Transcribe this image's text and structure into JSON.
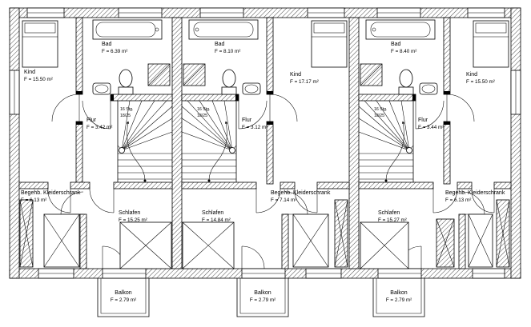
{
  "plan": {
    "drawing_type": "floor-plan",
    "colors": {
      "ink": "#000000",
      "paper": "#ffffff"
    },
    "units": [
      {
        "name": "unit-1",
        "rooms": {
          "kind": {
            "name": "Kind",
            "area": "F = 15.50 m²"
          },
          "bad": {
            "name": "Bad",
            "area": "F = 6.39 m²"
          },
          "flur": {
            "name": "Flur",
            "area": "F = 3.42 m²"
          },
          "kleiderschrank": {
            "name": "Begehb. Kleiderschrank",
            "area": "F = 6.13 m²"
          },
          "schlafen": {
            "name": "Schlafen",
            "area": "F = 15.25 m²"
          },
          "balkon": {
            "name": "Balkon",
            "area": "F = 2.79 m²"
          }
        },
        "stair_note": {
          "line1": "16 Stg.",
          "line2": "18/25"
        }
      },
      {
        "name": "unit-2",
        "rooms": {
          "kind": {
            "name": "Kind",
            "area": "F = 17.17 m²"
          },
          "bad": {
            "name": "Bad",
            "area": "F = 8.10 m²"
          },
          "flur": {
            "name": "Flur",
            "area": "F = 3.12 m²"
          },
          "kleiderschrank": {
            "name": "Begehb. Kleiderschrank",
            "area": "F = 7.14 m²"
          },
          "schlafen": {
            "name": "Schlafen",
            "area": "F = 14.84 m²"
          },
          "balkon": {
            "name": "Balkon",
            "area": "F = 2.79 m²"
          }
        },
        "stair_note": {
          "line1": "16 Stg.",
          "line2": "18/25"
        }
      },
      {
        "name": "unit-3",
        "rooms": {
          "kind": {
            "name": "Kind",
            "area": "F = 15.50 m²"
          },
          "bad": {
            "name": "Bad",
            "area": "F = 8.40 m²"
          },
          "flur": {
            "name": "Flur",
            "area": "F = 3.44 m²"
          },
          "kleiderschrank": {
            "name": "Begehb. Kleiderschrank",
            "area": "F = 6.13 m²"
          },
          "schlafen": {
            "name": "Schlafen",
            "area": "F = 15.27 m²"
          },
          "balkon": {
            "name": "Balkon",
            "area": "F = 2.79 m²"
          }
        },
        "stair_note": {
          "line1": "16 Stg.",
          "line2": "18/25"
        }
      }
    ]
  }
}
